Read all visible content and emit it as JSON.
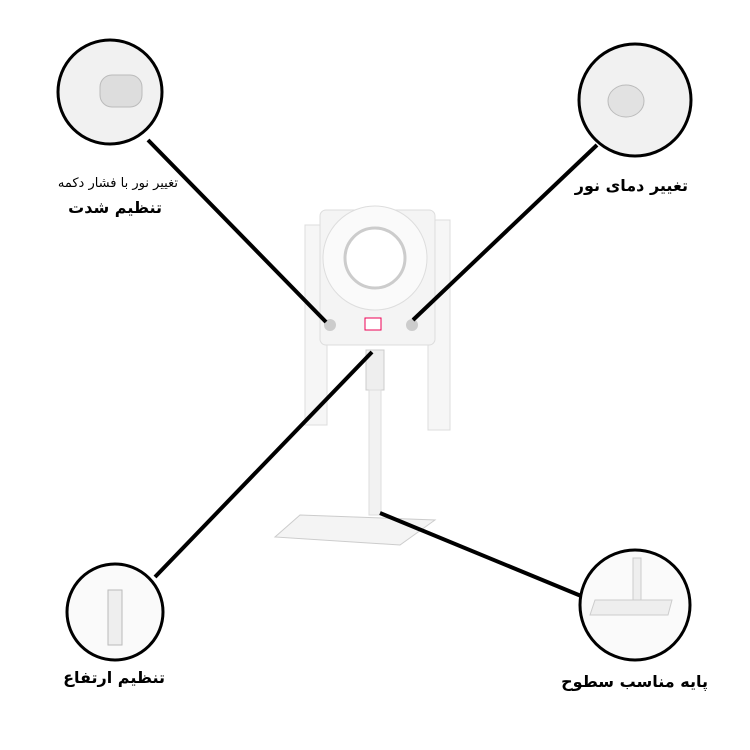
{
  "labels": {
    "top_left_line1": "تغییر نور با فشار دکمه",
    "top_left_line2": "تنظیم شدت",
    "top_right": "تغییر دمای نور",
    "bottom_left": "تنظیم ارتفاع",
    "bottom_right": "پایه مناسب سطوح"
  },
  "colors": {
    "line": "#000000",
    "product": "#f2f2f2",
    "outline": "#cfcfcf"
  }
}
